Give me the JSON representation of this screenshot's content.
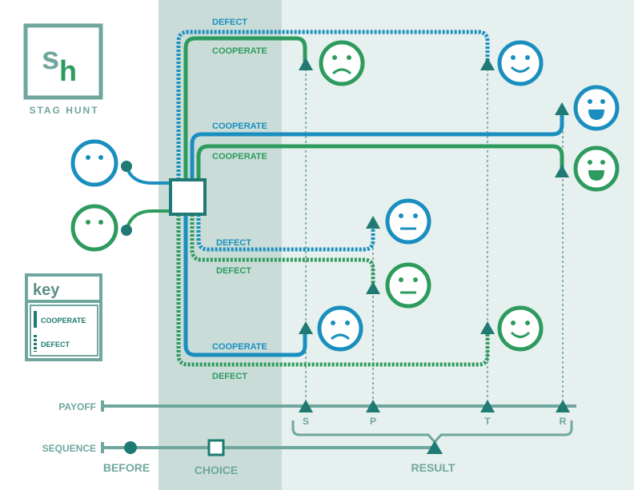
{
  "logo": {
    "glyph_s": "s",
    "glyph_h": "h",
    "title": "STAG HUNT"
  },
  "key": {
    "title": "key",
    "cooperate": "COOPERATE",
    "defect": "DEFECT"
  },
  "paths": {
    "top_defect": "DEFECT",
    "top_cooperate": "COOPERATE",
    "mid_cooperate_blue": "COOPERATE",
    "mid_cooperate_green": "COOPERATE",
    "low_defect_blue": "DEFECT",
    "low_defect_green": "DEFECT",
    "bottom_cooperate": "COOPERATE",
    "bottom_defect": "DEFECT"
  },
  "payoff": {
    "label": "PAYOFF",
    "ticks": [
      "S",
      "P",
      "T",
      "R"
    ]
  },
  "sequence": {
    "label": "SEQUENCE",
    "steps": [
      "BEFORE",
      "CHOICE",
      "RESULT"
    ]
  },
  "colors": {
    "blue": "#1a8fbf",
    "green": "#2e9b5e",
    "teal": "#1e7a72",
    "grey": "#6fa79e",
    "choice_band": "#c9dcd8",
    "result_band": "#e6f0ee"
  }
}
